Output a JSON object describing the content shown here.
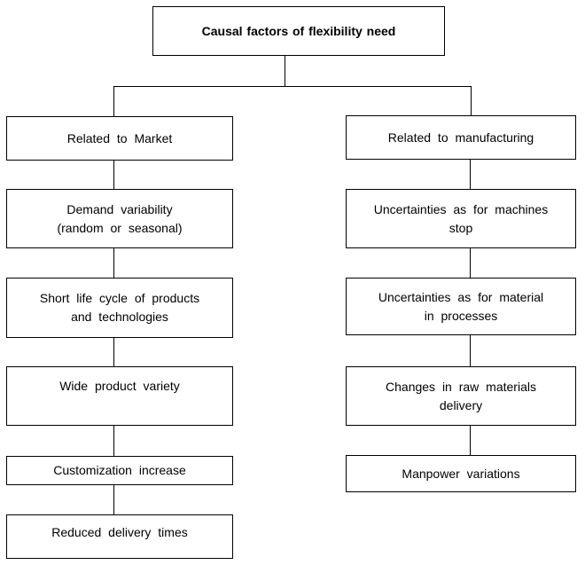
{
  "diagram": {
    "title": "Causal factors of flexibility need",
    "columns": [
      {
        "header": "Related to Market",
        "boxes": [
          {
            "lines": [
              "Related to Market"
            ]
          },
          {
            "lines": [
              "Demand variability",
              "(random or seasonal)"
            ]
          },
          {
            "lines": [
              "Short life cycle of products",
              "and technologies"
            ]
          },
          {
            "lines": [
              "Wide product variety"
            ]
          },
          {
            "lines": [
              "Customization increase"
            ]
          },
          {
            "lines": [
              "Reduced delivery times"
            ]
          }
        ]
      },
      {
        "header": "Related to manufacturing",
        "boxes": [
          {
            "lines": [
              "Related to manufacturing"
            ]
          },
          {
            "lines": [
              "Uncertainties as for machines",
              "stop"
            ]
          },
          {
            "lines": [
              "Uncertainties as for material",
              "in processes"
            ]
          },
          {
            "lines": [
              "Changes in raw materials",
              "delivery"
            ]
          },
          {
            "lines": [
              "Manpower variations"
            ]
          }
        ]
      }
    ],
    "colors": {
      "line": "#000000",
      "text": "#000000",
      "background": "#ffffff"
    }
  }
}
